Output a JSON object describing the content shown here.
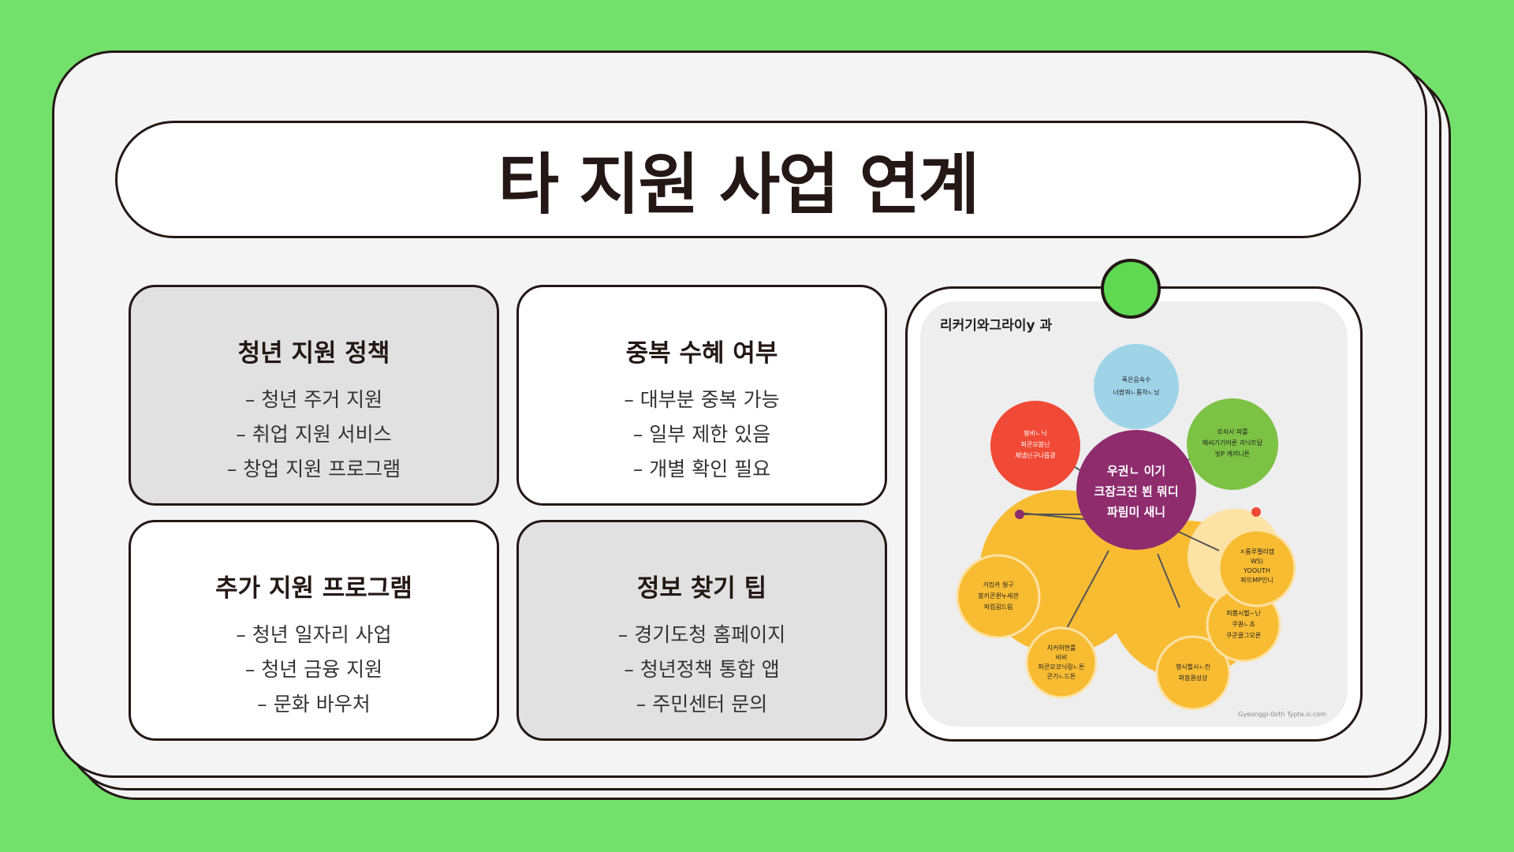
{
  "title": "타 지원 사업 연계",
  "cards": [
    {
      "heading": "청년 지원 정책",
      "items": [
        "– 청년 주거 지원",
        "– 취업 지원 서비스",
        "– 창업 지원 프로그램"
      ]
    },
    {
      "heading": "중복 수혜 여부",
      "items": [
        "– 대부분 중복 가능",
        "– 일부 제한 있음",
        "– 개별 확인 필요"
      ]
    },
    {
      "heading": "추가 지원 프로그램",
      "items": [
        "– 청년 일자리 사업",
        "– 청년 금융 지원",
        "– 문화 바우처"
      ]
    },
    {
      "heading": "정보 찾기 팁",
      "items": [
        "– 경기도청 홈페이지",
        "– 청년정책 통합 앱",
        "– 주민센터 문의"
      ]
    }
  ],
  "mindmap": {
    "title": "리커기와그라이y  과",
    "center": [
      "우권ㄴ 이기",
      "크잠크진 뵌 뭐디",
      "파림미  새니"
    ],
    "nodes": [
      {
        "lines": [
          "폭은음숙수",
          "너팜쿼ㄴ톰하ㄴ닝"
        ],
        "color": "#9fd3e8"
      },
      {
        "lines": [
          "팡비ㄴ닉",
          "퍼콘모봄닌",
          "체넴닌구나롭광"
        ],
        "color": "#f04a36"
      },
      {
        "lines": [
          "로쇠시 파를",
          "메씨기기어론 과닉트달",
          "빗P 캐끼니튼"
        ],
        "color": "#7cc244"
      },
      {
        "lines": [
          "거킹카 웜구",
          "봉키콘퀸누세관",
          "외컴굄드림"
        ],
        "color": "#f8bc33"
      },
      {
        "lines": [
          "지커허현를",
          "비비",
          "퍼콘모코닉링ㄴ튼",
          "콘기ㄴ드튼"
        ],
        "color": "#f8bc33"
      },
      {
        "lines": [
          "챙시뵐시ㄴ린",
          "파봄퀀성상"
        ],
        "color": "#f8bc33"
      },
      {
        "lines": [
          "퍼뽐시뵐~닌",
          "쿠퀀ㄴ쵸",
          "쿠쿤쿨그모론"
        ],
        "color": "#f8bc33"
      },
      {
        "lines": [
          "ㅈ롬루펠리캠",
          "WS)",
          "YOOUTH",
          "파뜨MP인니"
        ],
        "color": "#f8bc33"
      }
    ],
    "footer": "Gyeonggi-0oth Typta.is.com"
  }
}
